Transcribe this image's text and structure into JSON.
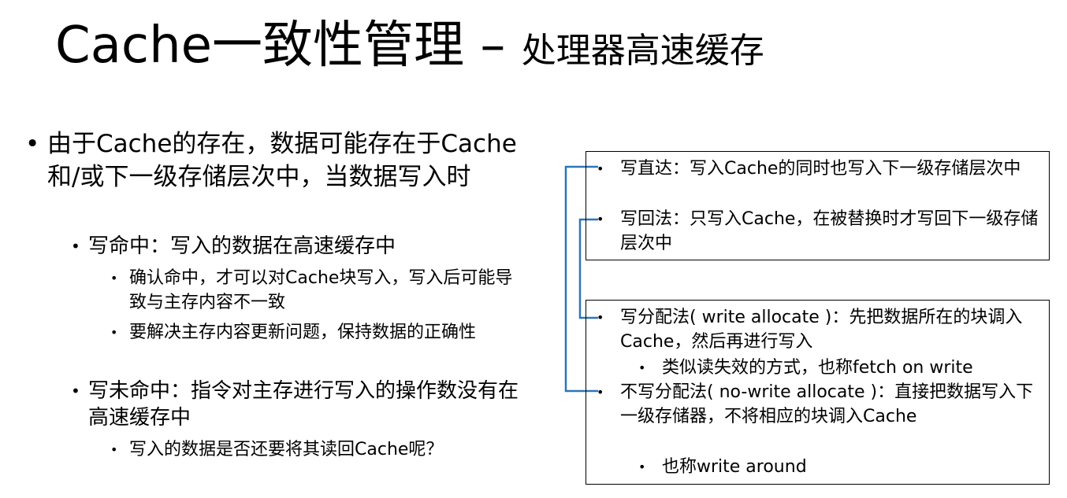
{
  "title": {
    "main": "Cache一致性管理 – ",
    "sub": "处理器高速缓存"
  },
  "left": {
    "bullet1": "由于Cache的存在，数据可能存在于Cache和/或下一级存储层次中，当数据写入时",
    "hit": {
      "label": "写命中：写入的数据在高速缓存中",
      "sub1": "确认命中，才可以对Cache块写入，写入后可能导致与主存内容不一致",
      "sub2": "要解决主存内容更新问题，保持数据的正确性"
    },
    "miss": {
      "label": "写未命中：指令对主存进行写入的操作数没有在高速缓存中",
      "sub1": "写入的数据是否还要将其读回Cache呢？"
    }
  },
  "box1": {
    "item1": "写直达：写入Cache的同时也写入下一级存储层次中",
    "item2": "写回法：只写入Cache，在被替换时才写回下一级存储层次中"
  },
  "box2": {
    "item1": "写分配法( write allocate )：先把数据所在的块调入Cache，然后再进行写入",
    "item1_sub": "类似读失效的方式，也称fetch on write",
    "item2": "不写分配法( no-write allocate )：直接把数据写入下一级存储器，不将相应的块调入Cache",
    "item2_sub": "也称write around"
  },
  "bullet_glyph": "•",
  "connector_color": "#2e75b6"
}
